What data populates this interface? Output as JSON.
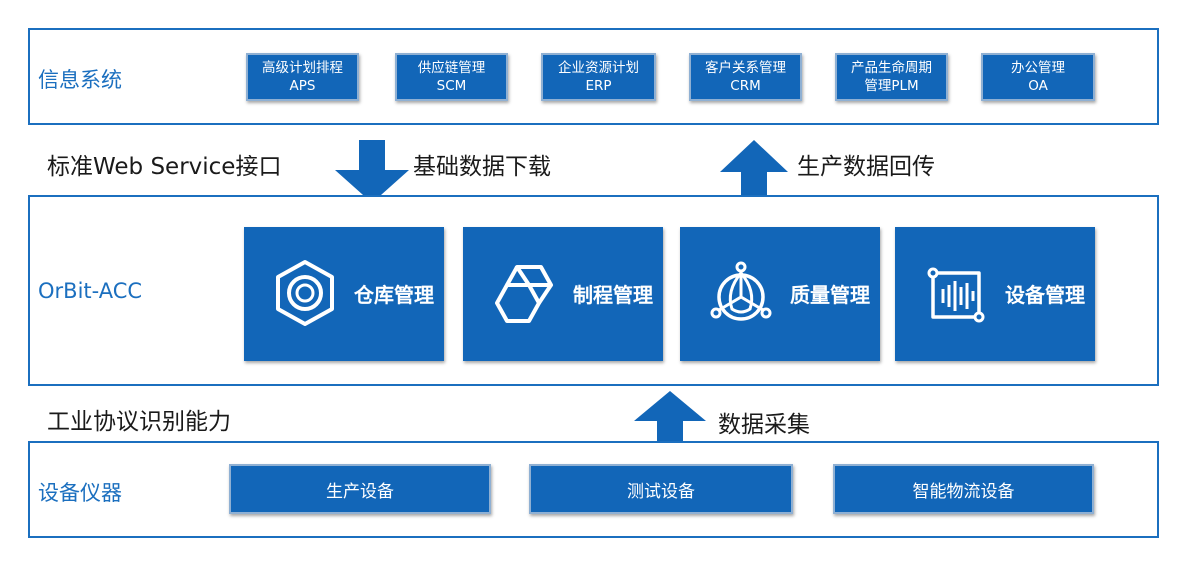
{
  "info_systems": {
    "label": "信息系统",
    "items": [
      {
        "line1": "高级计划排程",
        "line2": "APS"
      },
      {
        "line1": "供应链管理",
        "line2": "SCM"
      },
      {
        "line1": "企业资源计划",
        "line2": "ERP"
      },
      {
        "line1": "客户关系管理",
        "line2": "CRM"
      },
      {
        "line1": "产品生命周期",
        "line2": "管理PLM"
      },
      {
        "line1": "办公管理",
        "line2": "OA"
      }
    ]
  },
  "interface": {
    "left_text": "标准Web Service接口",
    "download_text": "基础数据下载",
    "upload_text": "生产数据回传"
  },
  "orbit": {
    "label": "OrBit-ACC",
    "modules": [
      {
        "label": "仓库管理",
        "icon": "warehouse-icon"
      },
      {
        "label": "制程管理",
        "icon": "process-icon"
      },
      {
        "label": "质量管理",
        "icon": "quality-icon"
      },
      {
        "label": "设备管理",
        "icon": "equipment-icon"
      }
    ]
  },
  "protocol": {
    "left_text": "工业协议识别能力",
    "collect_text": "数据采集"
  },
  "devices": {
    "label": "设备仪器",
    "items": [
      "生产设备",
      "测试设备",
      "智能物流设备"
    ]
  },
  "colors": {
    "primary": "#1266b8",
    "border": "#1b6fbf",
    "box_border": "#8fb0d3"
  }
}
